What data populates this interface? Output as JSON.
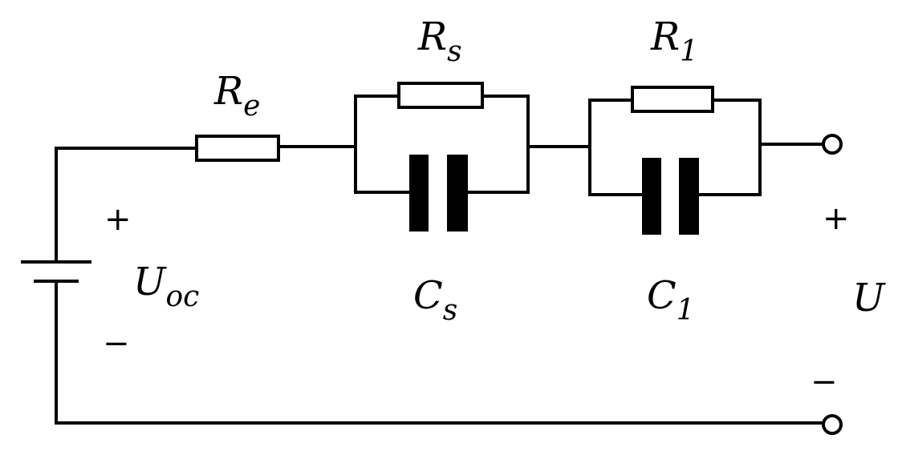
{
  "components": {
    "re": {
      "base": "R",
      "sub": "e"
    },
    "rs": {
      "base": "R",
      "sub": "s"
    },
    "cs": {
      "base": "C",
      "sub": "s"
    },
    "r1": {
      "base": "R",
      "sub": "1"
    },
    "c1": {
      "base": "C",
      "sub": "1"
    },
    "uoc": {
      "base": "U",
      "sub": "oc"
    },
    "u": {
      "base": "U"
    }
  },
  "polarity": {
    "source_plus": "+",
    "source_minus": "−",
    "output_plus": "+",
    "output_minus": "−"
  }
}
